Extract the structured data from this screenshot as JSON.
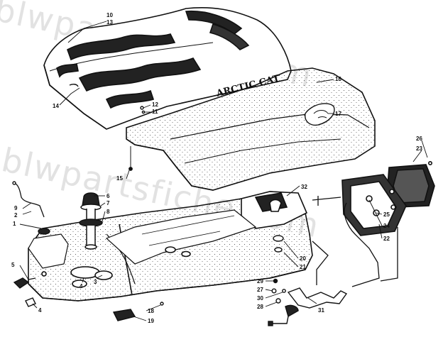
{
  "watermark": "blwpartsfiche.com",
  "brand_label": "ARCTIC CAT",
  "callouts": [
    {
      "id": "c10",
      "label": "10"
    },
    {
      "id": "c13",
      "label": "13"
    },
    {
      "id": "c14",
      "label": "14"
    },
    {
      "id": "c12",
      "label": "12"
    },
    {
      "id": "c11",
      "label": "11"
    },
    {
      "id": "c16",
      "label": "16"
    },
    {
      "id": "c17",
      "label": "17"
    },
    {
      "id": "c15",
      "label": "15"
    },
    {
      "id": "c26",
      "label": "26"
    },
    {
      "id": "c23",
      "label": "23"
    },
    {
      "id": "c9",
      "label": "9"
    },
    {
      "id": "c2",
      "label": "2"
    },
    {
      "id": "c1",
      "label": "1"
    },
    {
      "id": "c6",
      "label": "6"
    },
    {
      "id": "c7",
      "label": "7"
    },
    {
      "id": "c8",
      "label": "8"
    },
    {
      "id": "c32",
      "label": "32"
    },
    {
      "id": "c25",
      "label": "25"
    },
    {
      "id": "c24",
      "label": "24"
    },
    {
      "id": "c22",
      "label": "22"
    },
    {
      "id": "c20",
      "label": "20"
    },
    {
      "id": "c21",
      "label": "21"
    },
    {
      "id": "c5",
      "label": "5"
    },
    {
      "id": "c4a",
      "label": "4"
    },
    {
      "id": "c3",
      "label": "3"
    },
    {
      "id": "c4b",
      "label": "4"
    },
    {
      "id": "c29",
      "label": "29"
    },
    {
      "id": "c27",
      "label": "27"
    },
    {
      "id": "c30",
      "label": "30"
    },
    {
      "id": "c28",
      "label": "28"
    },
    {
      "id": "c31",
      "label": "31"
    },
    {
      "id": "c18",
      "label": "18"
    },
    {
      "id": "c19",
      "label": "19"
    }
  ]
}
